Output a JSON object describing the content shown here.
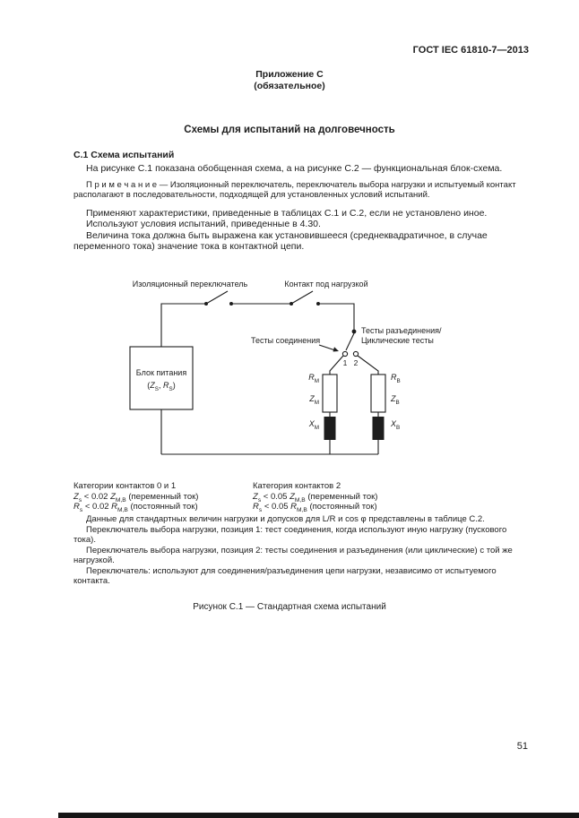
{
  "colors": {
    "ink": "#1d1d1d",
    "background": "#ffffff"
  },
  "header": {
    "standard_code": "ГОСТ IEC 61810-7—2013"
  },
  "annex": {
    "name": "Приложение С",
    "status": "(обязательное)"
  },
  "title": "Схемы для испытаний на долговечность",
  "section": {
    "heading": "С.1 Схема испытаний"
  },
  "paragraphs": {
    "p1": "На рисунке С.1 показана обобщенная схема, а на рисунке С.2 — функциональная блок-схема.",
    "note": "П р и м е ч а н и е — Изоляционный переключатель, переключатель выбора нагрузки и испытуемый контакт располагают в последовательности, подходящей для установленных условий испытаний.",
    "p2": "Применяют характеристики, приведенные в таблицах С.1 и С.2, если не установлено иное.",
    "p3": "Используют условия испытаний, приведенные в 4.30.",
    "p4": "Величина тока должна быть выражена как установившееся (среднеквадратичное, в случае переменного тока) значение тока в контактной цепи."
  },
  "diagram": {
    "isolation_switch_label": "Изоляционный переключатель",
    "load_contact_label": "Контакт под нагрузкой",
    "connect_tests_label": "Тесты соединения",
    "disconnect_tests_line1": "Тесты разъединения/",
    "disconnect_tests_line2": "Циклические тесты",
    "power_supply": {
      "line1": "Блок питания",
      "open": "(",
      "var1": "Z",
      "sub1": "S",
      "sep": ", ",
      "var2": "R",
      "sub2": "S",
      "close": ")"
    },
    "position1": "1",
    "position2": "2",
    "branch_left": {
      "r": "R",
      "r_sub": "М",
      "z": "Z",
      "z_sub": "М",
      "x": "X",
      "x_sub": "М"
    },
    "branch_right": {
      "r": "R",
      "r_sub": "В",
      "z": "Z",
      "z_sub": "В",
      "x": "X",
      "x_sub": "В"
    }
  },
  "conditions": {
    "col1": {
      "header": "Категории контактов 0 и 1",
      "line1": {
        "a": "Z",
        "a_sub": "s",
        "op": " < 0.02 ",
        "b": "Z",
        "b_sub": "М,В",
        "note": " (переменный ток)"
      },
      "line2": {
        "a": "R",
        "a_sub": "s",
        "op": " < 0.02 ",
        "b": "R",
        "b_sub": "М,В",
        "note": " (постоянный ток)"
      }
    },
    "col2": {
      "header": "Категория контактов 2",
      "line1": {
        "a": "Z",
        "a_sub": "s",
        "op": " < 0.05 ",
        "b": "Z",
        "b_sub": "М,В",
        "note": " (переменный ток)"
      },
      "line2": {
        "a": "R",
        "a_sub": "s",
        "op": " < 0.05 ",
        "b": "R",
        "b_sub": "М,В",
        "note": " (постоянный ток)"
      }
    }
  },
  "notes": {
    "n1": "Данные для стандартных величин нагрузки и допусков для L/R и cos φ представлены в таблице С.2.",
    "n2": "Переключатель выбора нагрузки, позиция 1: тест соединения, когда используют иную нагрузку (пускового тока).",
    "n3": "Переключатель выбора нагрузки, позиция 2: тесты соединения и разъединения (или циклические) с той же нагрузкой.",
    "n4": "Переключатель: используют для соединения/разъединения цепи нагрузки, независимо от испытуемого контакта."
  },
  "caption": "Рисунок С.1 — Стандартная схема испытаний",
  "footer": {
    "page_number": "51"
  }
}
